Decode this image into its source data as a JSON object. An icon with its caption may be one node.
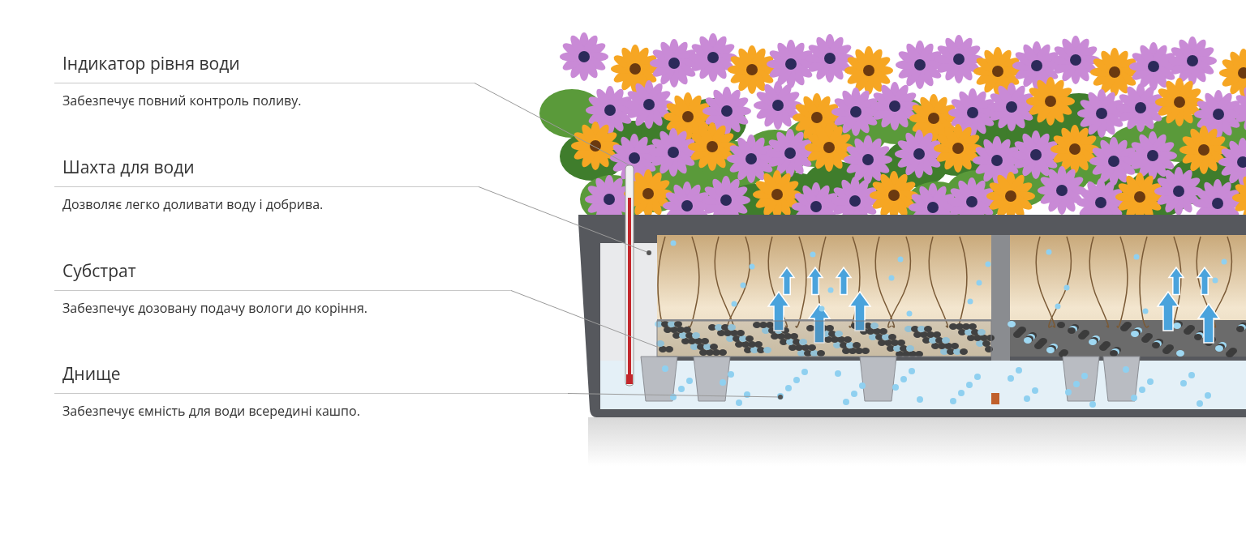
{
  "diagram": {
    "nodes": [
      {
        "text": [
          "Індикатор рівня води",
          "Забезпечує повний контроль поливу."
        ]
      },
      {
        "text": [
          "Шахта для води",
          "Дозволяє легко доливати воду і добрива."
        ]
      },
      {
        "text": [
          "Субстрат",
          "Забезпечує дозовану подачу вологи до коріння."
        ]
      },
      {
        "text": [
          "Днище",
          "Забезпечує ємність для води всередині кашпо."
        ]
      },
      {
        "text": [],
        "shape": "bar"
      },
      {
        "text": [],
        "shape": "circle"
      },
      {
        "text": [],
        "shape": "box"
      },
      {
        "text": [],
        "shape": "circle"
      }
    ],
    "edges": [
      {
        "from": 0,
        "to": 4,
        "arrow": "none"
      },
      {
        "from": 1,
        "to": 5,
        "arrow": "none"
      },
      {
        "from": 2,
        "to": 6,
        "arrow": "none"
      },
      {
        "from": 3,
        "to": 7,
        "arrow": "none"
      }
    ]
  }
}
